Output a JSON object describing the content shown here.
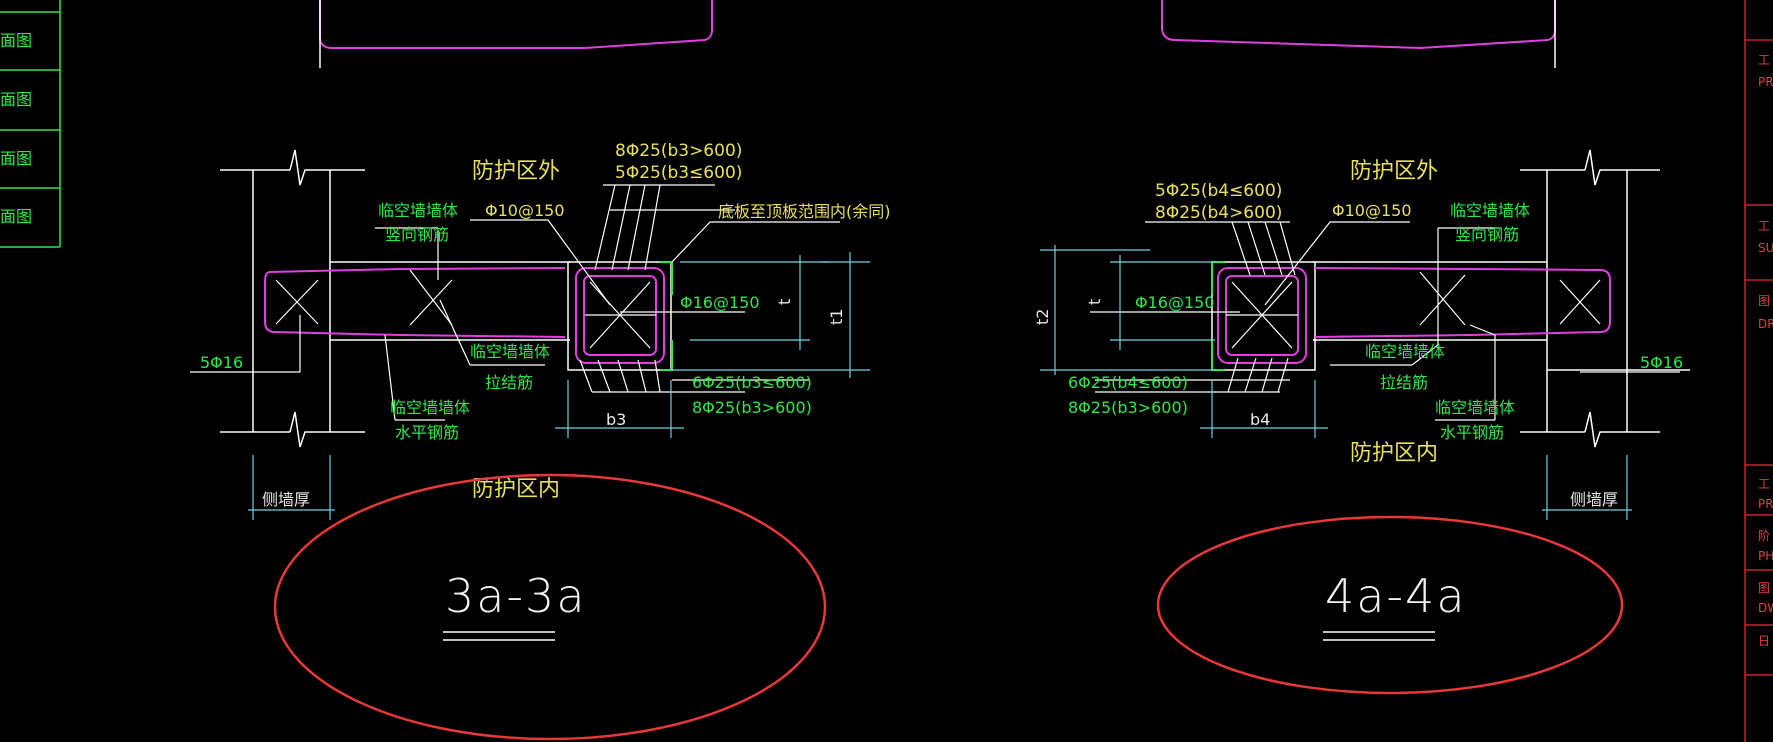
{
  "colors": {
    "background": "#000000",
    "wall_outline": "#ffffff",
    "rebar_magenta": "#e040e0",
    "leader_line": "#ffffff",
    "dimension_cyan": "#6fd0e8",
    "text_yellow": "#e8e05a",
    "text_green": "#2ee84a",
    "highlight_red": "#e83838",
    "title_block_red": "#cc2222"
  },
  "left_index": {
    "items": [
      "面图",
      "面图",
      "面图",
      "面图"
    ]
  },
  "section_3a": {
    "title": "3a-3a",
    "outside_label": "防护区外",
    "inside_label": "防护区内",
    "top_bars_a": "8Φ25(b3>600)",
    "top_bars_b": "5Φ25(b3≤600)",
    "stirrup": "Φ10@150",
    "note_right": "底板至顶板范围内(余同)",
    "wall_vert_1": "临空墙墙体",
    "wall_vert_2": "竖向钢筋",
    "tie_1": "临空墙墙体",
    "tie_2": "拉结筋",
    "horiz_1": "临空墙墙体",
    "horiz_2": "水平钢筋",
    "side_bars": "5Φ16",
    "cross_tie": "Φ16@150",
    "bottom_bars_a": "6Φ25(b3≤600)",
    "bottom_bars_b": "8Φ25(b3>600)",
    "dim_width": "b3",
    "dim_t": "t",
    "dim_t1": "t1",
    "dim_side_wall": "侧墙厚"
  },
  "section_4a": {
    "title": "4a-4a",
    "outside_label": "防护区外",
    "inside_label": "防护区内",
    "top_bars_a": "5Φ25(b4≤600)",
    "top_bars_b": "8Φ25(b4>600)",
    "stirrup": "Φ10@150",
    "wall_vert_1": "临空墙墙体",
    "wall_vert_2": "竖向钢筋",
    "tie_1": "临空墙墙体",
    "tie_2": "拉结筋",
    "horiz_1": "临空墙墙体",
    "horiz_2": "水平钢筋",
    "side_bars": "5Φ16",
    "cross_tie": "Φ16@150",
    "bottom_bars_a": "6Φ25(b4≤600)",
    "bottom_bars_b": "8Φ25(b3>600)",
    "dim_width": "b4",
    "dim_t": "t",
    "dim_t2": "t2",
    "dim_side_wall": "侧墙厚"
  },
  "title_block": {
    "chars": [
      "工",
      "PR",
      "工",
      "SU",
      "图",
      "DR",
      "工",
      "PR",
      "阶",
      "PH",
      "图",
      "DW",
      "日"
    ]
  }
}
